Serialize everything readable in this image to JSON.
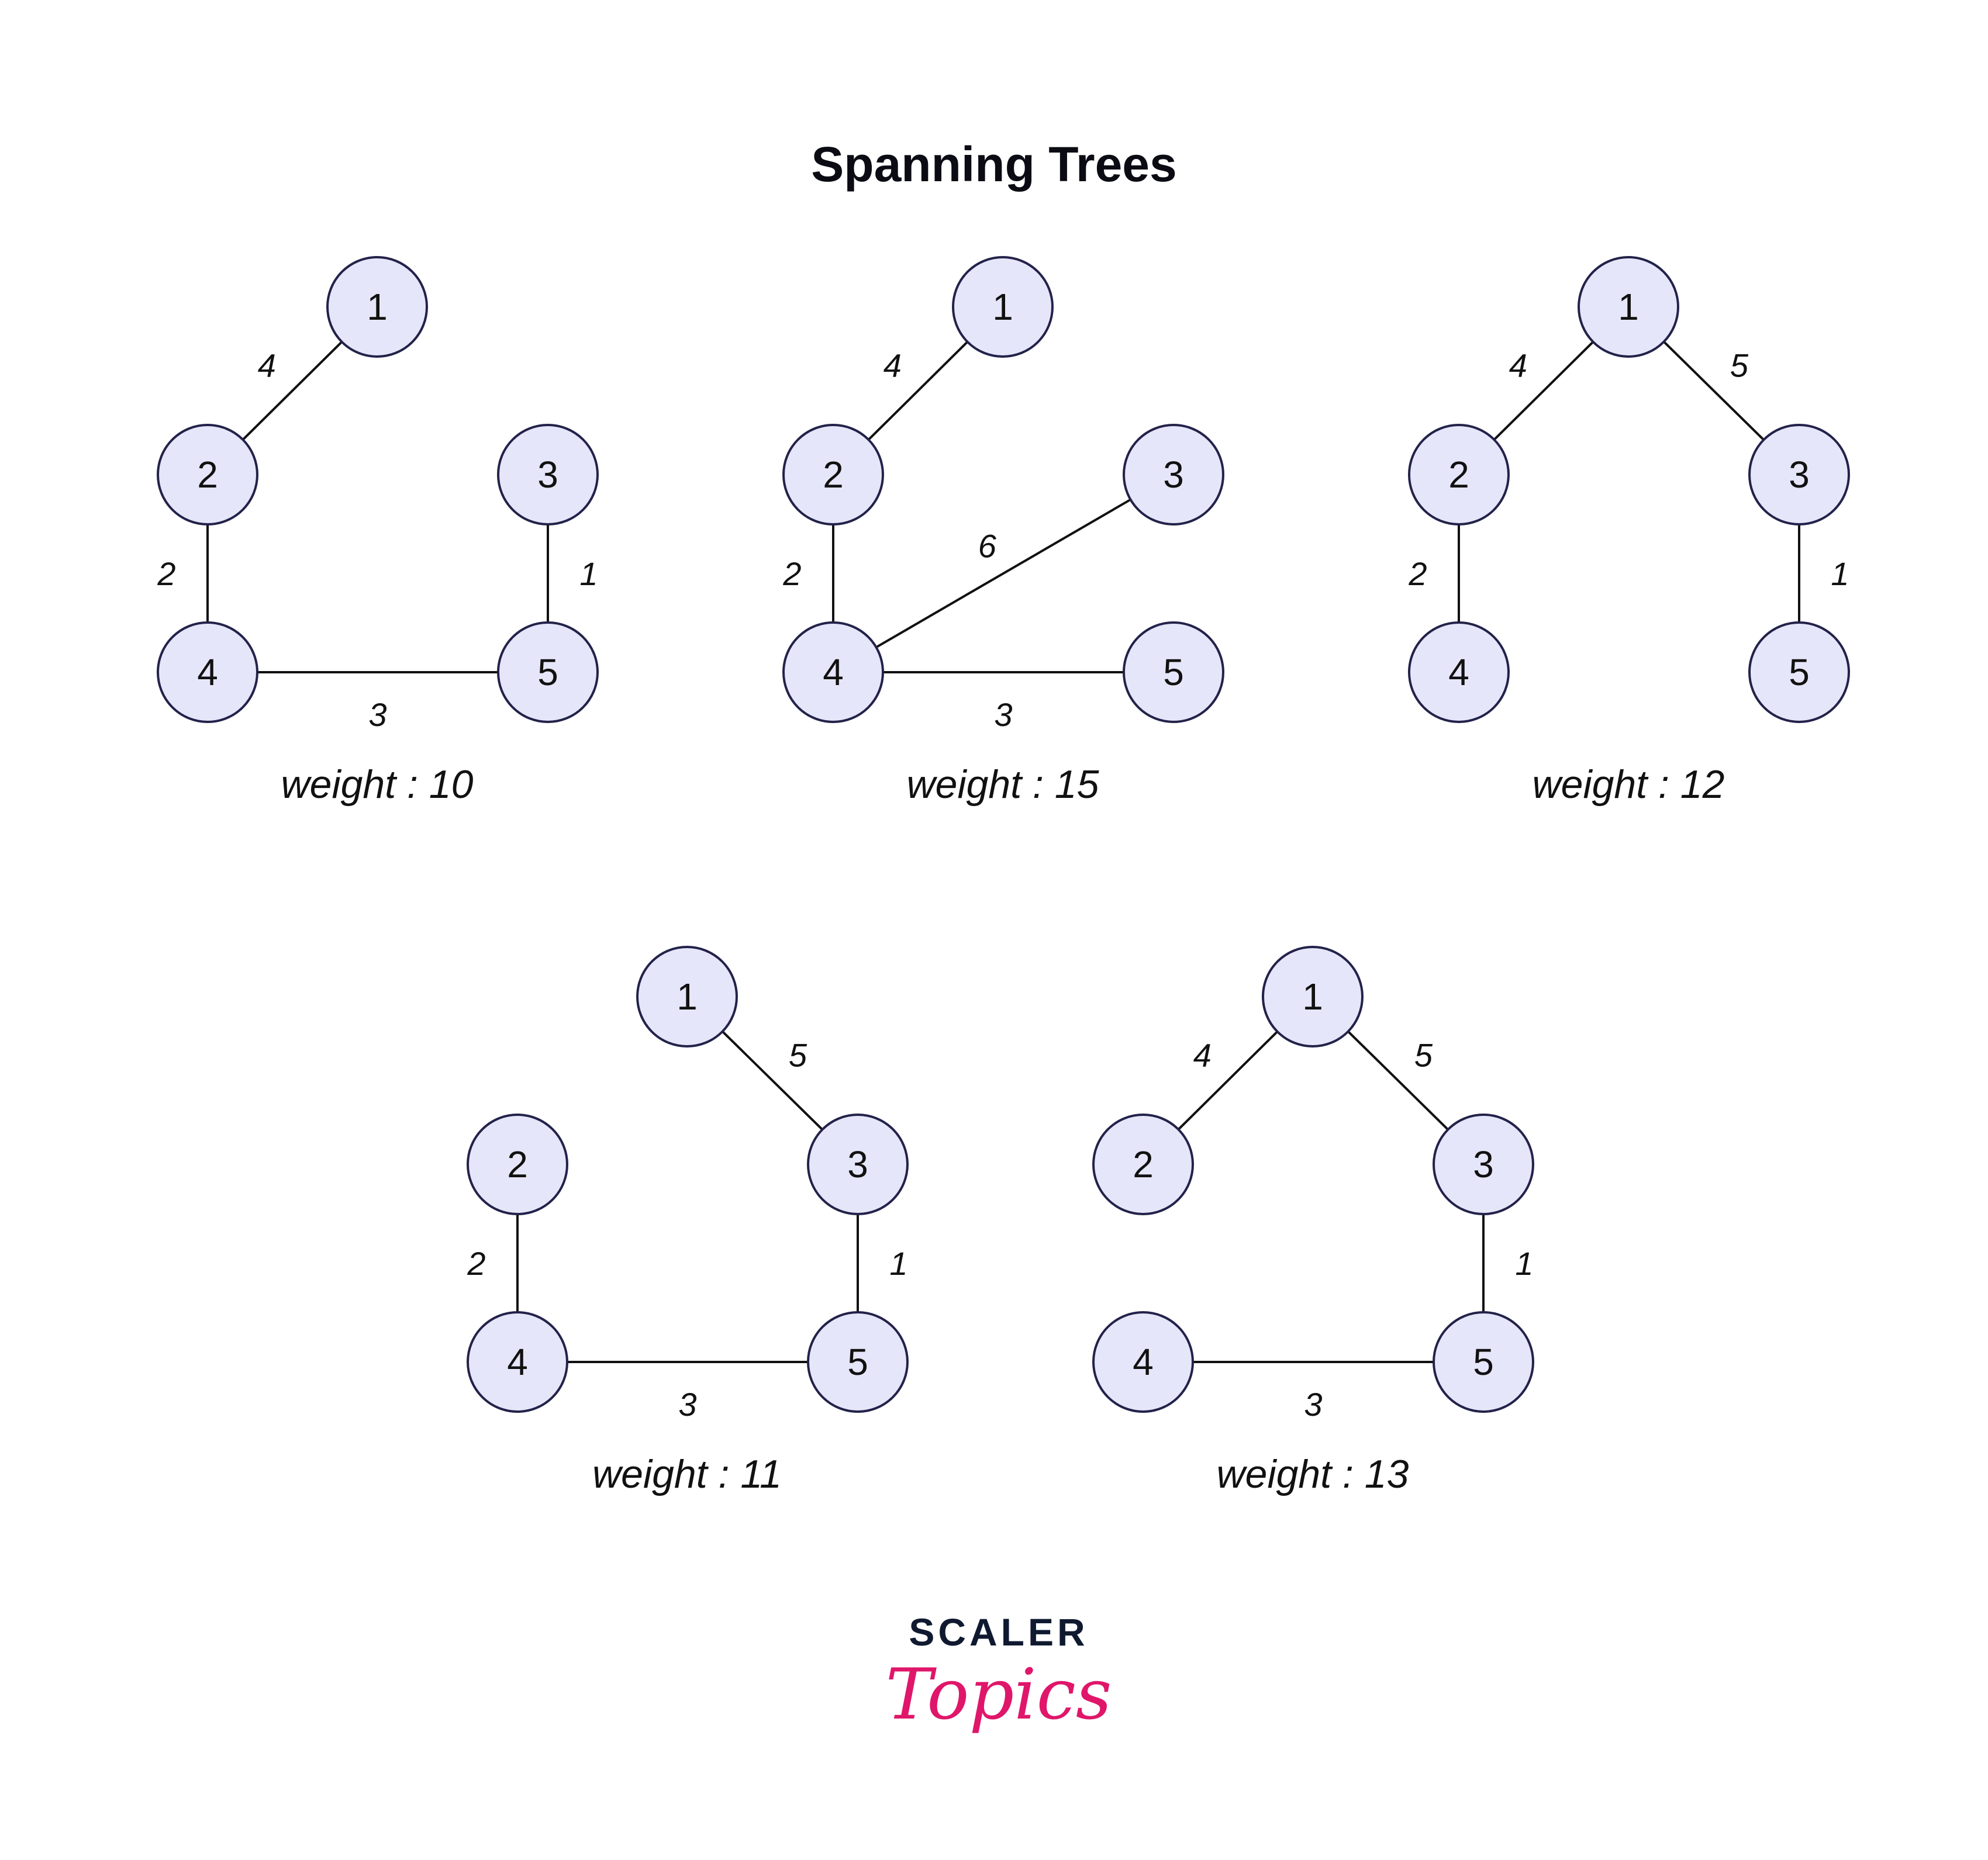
{
  "title": "Spanning Trees",
  "colors": {
    "node_fill": "#e6e6fa",
    "node_stroke": "#22224a",
    "edge": "#111111",
    "logo_dark": "#0f1a30",
    "logo_pink": "#e0166a"
  },
  "trees": [
    {
      "weight_label": "weight : 10",
      "nodes": [
        {
          "label": "1"
        },
        {
          "label": "2"
        },
        {
          "label": "3"
        },
        {
          "label": "4"
        },
        {
          "label": "5"
        }
      ],
      "edges": [
        {
          "from": "1",
          "to": "2",
          "label": "4"
        },
        {
          "from": "2",
          "to": "4",
          "label": "2"
        },
        {
          "from": "3",
          "to": "5",
          "label": "1"
        },
        {
          "from": "4",
          "to": "5",
          "label": "3"
        }
      ]
    },
    {
      "weight_label": "weight : 15",
      "nodes": [
        {
          "label": "1"
        },
        {
          "label": "2"
        },
        {
          "label": "3"
        },
        {
          "label": "4"
        },
        {
          "label": "5"
        }
      ],
      "edges": [
        {
          "from": "1",
          "to": "2",
          "label": "4"
        },
        {
          "from": "2",
          "to": "4",
          "label": "2"
        },
        {
          "from": "4",
          "to": "3",
          "label": "6"
        },
        {
          "from": "4",
          "to": "5",
          "label": "3"
        }
      ]
    },
    {
      "weight_label": "weight : 12",
      "nodes": [
        {
          "label": "1"
        },
        {
          "label": "2"
        },
        {
          "label": "3"
        },
        {
          "label": "4"
        },
        {
          "label": "5"
        }
      ],
      "edges": [
        {
          "from": "1",
          "to": "2",
          "label": "4"
        },
        {
          "from": "1",
          "to": "3",
          "label": "5"
        },
        {
          "from": "2",
          "to": "4",
          "label": "2"
        },
        {
          "from": "3",
          "to": "5",
          "label": "1"
        }
      ]
    },
    {
      "weight_label": "weight : 11",
      "nodes": [
        {
          "label": "1"
        },
        {
          "label": "2"
        },
        {
          "label": "3"
        },
        {
          "label": "4"
        },
        {
          "label": "5"
        }
      ],
      "edges": [
        {
          "from": "1",
          "to": "3",
          "label": "5"
        },
        {
          "from": "2",
          "to": "4",
          "label": "2"
        },
        {
          "from": "3",
          "to": "5",
          "label": "1"
        },
        {
          "from": "4",
          "to": "5",
          "label": "3"
        }
      ]
    },
    {
      "weight_label": "weight : 13",
      "nodes": [
        {
          "label": "1"
        },
        {
          "label": "2"
        },
        {
          "label": "3"
        },
        {
          "label": "4"
        },
        {
          "label": "5"
        }
      ],
      "edges": [
        {
          "from": "1",
          "to": "2",
          "label": "4"
        },
        {
          "from": "1",
          "to": "3",
          "label": "5"
        },
        {
          "from": "3",
          "to": "5",
          "label": "1"
        },
        {
          "from": "4",
          "to": "5",
          "label": "3"
        }
      ]
    }
  ],
  "logo": {
    "top_text": "SCALER",
    "bottom_text": "Topics"
  }
}
